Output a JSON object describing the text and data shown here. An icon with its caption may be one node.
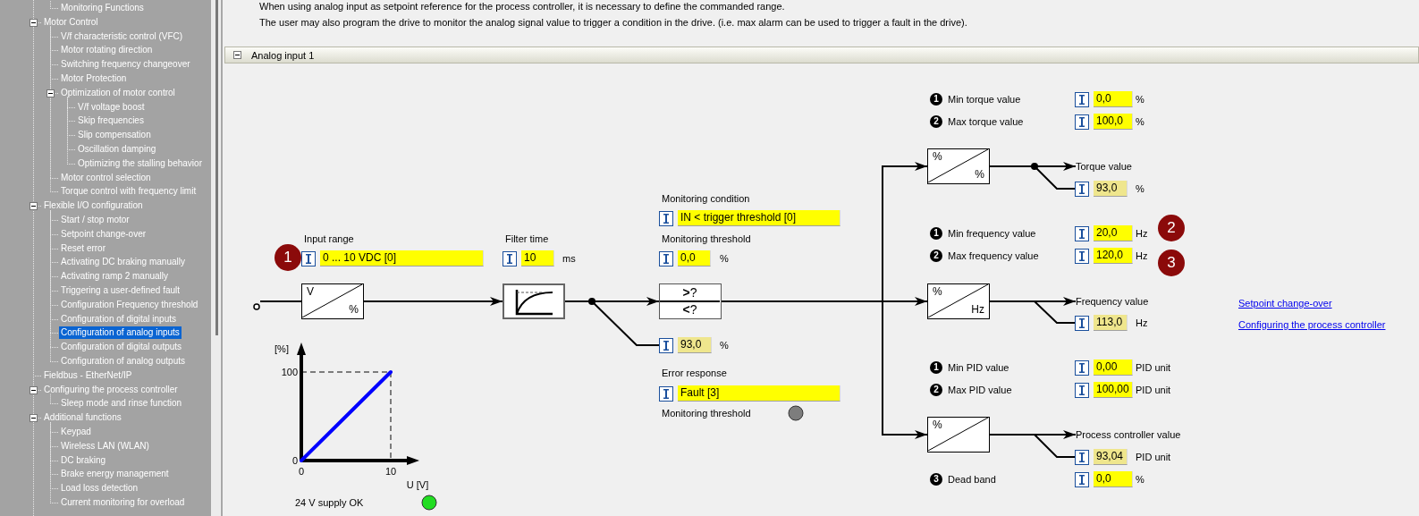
{
  "diagram": {
    "nodes": [
      {
        "text": [],
        "shape": "circle"
      },
      {
        "text": [
          "V",
          "%"
        ]
      },
      {
        "text": [],
        "shape": "picture"
      },
      {
        "text": [
          "**>**?",
          "**<**?"
        ]
      },
      {
        "text": [
          "93,0"
        ],
        "beside": [
          "%"
        ]
      },
      {
        "text": [
          "%",
          "%"
        ]
      },
      {
        "text": [
          "Torque value"
        ]
      },
      {
        "text": [
          "93,0"
        ],
        "beside": [
          "%"
        ]
      },
      {
        "text": [
          "%",
          "Hz"
        ]
      },
      {
        "text": [
          "Frequency value"
        ]
      },
      {
        "text": [
          "113,0"
        ],
        "beside": [
          "Hz"
        ]
      },
      {
        "text": [
          "%"
        ]
      },
      {
        "text": [
          "Process controller value"
        ]
      },
      {
        "text": [
          "93,04"
        ],
        "beside": [
          "PID unit"
        ]
      }
    ],
    "edges": [
      {
        "from": 0,
        "to": 1,
        "arrow": "none"
      },
      {
        "from": 1,
        "to": 2,
        "arrow": "to"
      },
      {
        "from": 2,
        "to": 3,
        "arrow": "to"
      },
      {
        "from": 2,
        "to": 4,
        "arrow": "none"
      },
      {
        "from": 3,
        "to": 5,
        "arrow": "to"
      },
      {
        "from": 3,
        "to": 8,
        "arrow": "to"
      },
      {
        "from": 3,
        "to": 11,
        "arrow": "to"
      },
      {
        "from": 5,
        "to": 6,
        "arrow": "to"
      },
      {
        "from": 5,
        "to": 7,
        "arrow": "none"
      },
      {
        "from": 8,
        "to": 9,
        "arrow": "to"
      },
      {
        "from": 8,
        "to": 10,
        "arrow": "none"
      },
      {
        "from": 11,
        "to": 12,
        "arrow": "to"
      },
      {
        "from": 11,
        "to": 13,
        "arrow": "none"
      }
    ],
    "labels": [
      "Monitoring Functions",
      "Motor Control",
      "V/f characteristic control (VFC)",
      "Motor rotating direction",
      "Switching frequency changeover",
      "Motor Protection",
      "Optimization of motor control",
      "V/f voltage boost",
      "Skip frequencies",
      "Slip compensation",
      "Oscillation damping",
      "Optimizing the stalling behavior",
      "Motor control selection",
      "Torque control with frequency limit",
      "Flexible I/O configuration",
      "Start / stop motor",
      "Setpoint change-over",
      "Reset error",
      "Activating DC braking manually",
      "Activating ramp 2 manually",
      "Triggering a user-defined fault",
      "Configuration Frequency threshold",
      "Configuration of digital inputs",
      "Configuration of analog inputs",
      "Configuration of digital outputs",
      "Configuration of analog outputs",
      "Fieldbus - EtherNet/IP",
      "Configuring the process controller",
      "Sleep mode and rinse function",
      "Additional functions",
      "Keypad",
      "Wireless LAN (WLAN)",
      "DC braking",
      "Brake energy management",
      "Load loss detection",
      "Current monitoring for overload",
      "When using analog input as setpoint reference for the process controller, it is necessary to define the commanded range.",
      "The user may also program the drive to monitor the analog signal value to trigger a condition in the drive. (i.e. max alarm can be used to trigger a fault in the drive).",
      "Analog input 1",
      "1",
      "Input range",
      "0 ... 10 VDC [0]",
      "Filter time",
      "10",
      "ms",
      "Monitoring condition",
      "IN < trigger threshold [0]",
      "Monitoring threshold",
      "0,0",
      "%",
      "Error response",
      "Fault [3]",
      "Monitoring threshold",
      "1",
      "Min torque value",
      "0,0",
      "%",
      "2",
      "Max torque value",
      "100,0",
      "%",
      "1",
      "Min frequency value",
      "20,0",
      "Hz",
      "2",
      "2",
      "Max frequency value",
      "120,0",
      "Hz",
      "3",
      "1",
      "Min PID value",
      "0,00",
      "PID unit",
      "2",
      "Max PID value",
      "100,00",
      "PID unit",
      "3",
      "Dead band",
      "0,0",
      "%",
      "Setpoint change-over",
      "Configuring the process controller",
      "24 V supply OK"
    ],
    "chart_data": {
      "type": "line",
      "xlabel": "U [V]",
      "ylabel": "[%]",
      "x": [
        0,
        10
      ],
      "series": [
        {
          "color": "#0000ff",
          "values": [
            0,
            100
          ]
        }
      ],
      "xlim": [
        0,
        10
      ],
      "ylim": [
        0,
        100
      ],
      "xticks": [
        0,
        10
      ],
      "yticks": [
        0,
        100
      ]
    }
  }
}
